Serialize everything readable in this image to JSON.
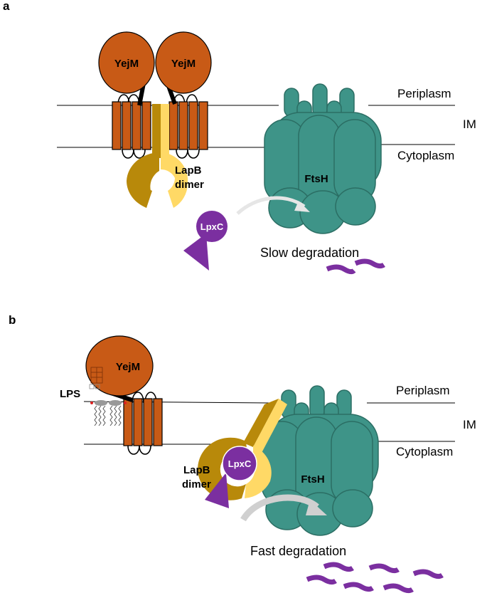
{
  "colors": {
    "yejm": "#C85A16",
    "yejm_stroke": "#7a3008",
    "ftsh": "#3E9488",
    "ftsh_stroke": "#2b6e64",
    "lapb_dark": "#B8890A",
    "lapb_light": "#FFD966",
    "lpxc": "#7B2FA0",
    "peptide": "#7B2FA0",
    "membrane_line": "#000000",
    "arrow": "#d9d9d9"
  },
  "panel_a": {
    "letter": "a",
    "yejm_left_label": "YejM",
    "yejm_right_label": "YejM",
    "periplasm_label": "Periplasm",
    "im_label": "IM",
    "cytoplasm_label": "Cytoplasm",
    "lapb_label_line1": "LapB",
    "lapb_label_line2": "dimer",
    "ftsh_label": "FtsH",
    "lpxc_label": "LpxC",
    "degradation_label": "Slow degradation"
  },
  "panel_b": {
    "letter": "b",
    "yejm_label": "YejM",
    "lps_label": "LPS",
    "periplasm_label": "Periplasm",
    "im_label": "IM",
    "cytoplasm_label": "Cytoplasm",
    "lapb_label_line1": "LapB",
    "lapb_label_line2": "dimer",
    "ftsh_label": "FtsH",
    "lpxc_label": "LpxC",
    "degradation_label": "Fast degradation"
  }
}
